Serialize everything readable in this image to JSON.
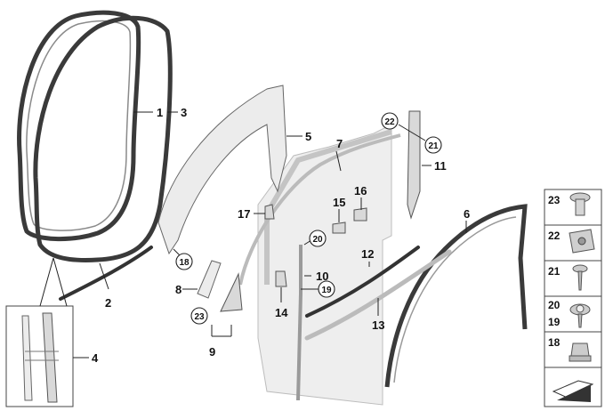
{
  "callouts": {
    "c1": "1",
    "c2": "2",
    "c3": "3",
    "c4": "4",
    "c5": "5",
    "c6": "6",
    "c7": "7",
    "c8": "8",
    "c9": "9",
    "c10": "10",
    "c11": "11",
    "c12": "12",
    "c13": "13",
    "c14": "14",
    "c15": "15",
    "c16": "16",
    "c17": "17"
  },
  "circled": {
    "r18": "18",
    "r19": "19",
    "r20": "20",
    "r21": "21",
    "r22": "22",
    "r23": "23"
  },
  "legend": {
    "items": [
      "23",
      "22",
      "21",
      "20",
      "19",
      "18"
    ]
  }
}
